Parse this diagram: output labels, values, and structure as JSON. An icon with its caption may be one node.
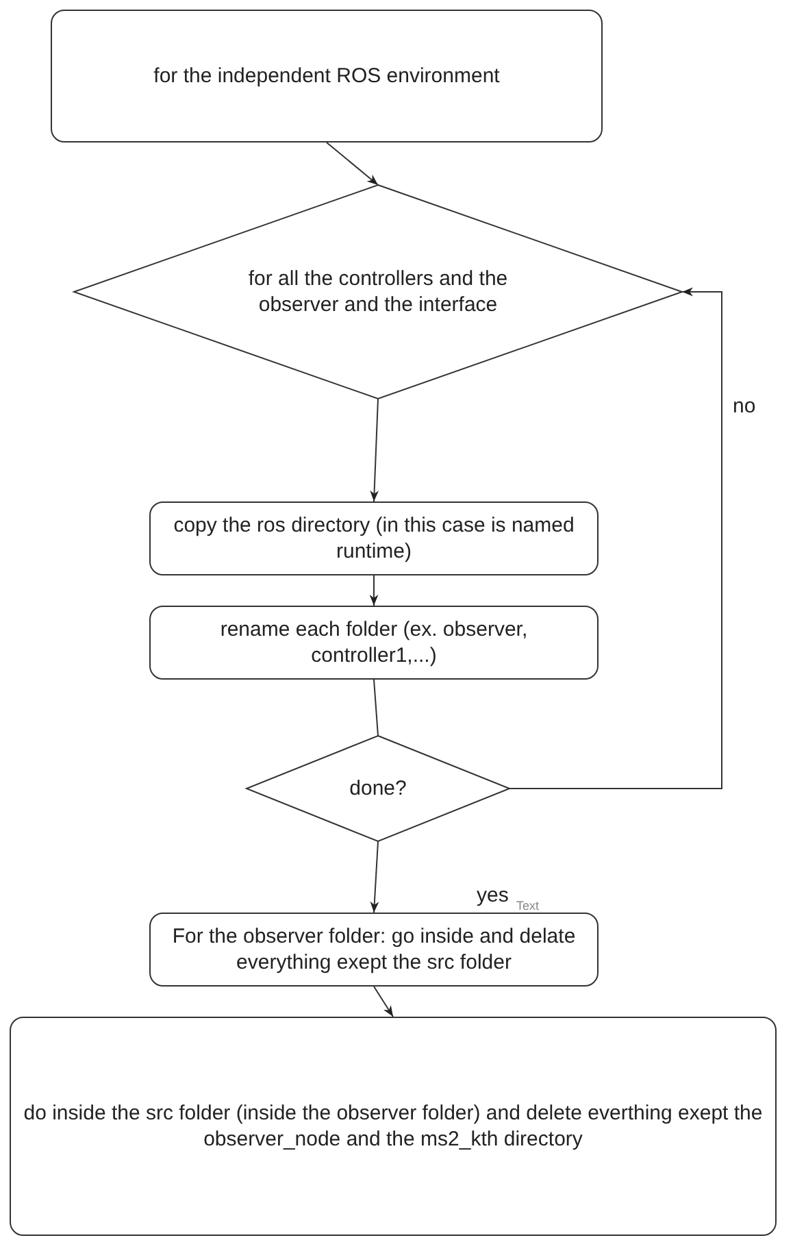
{
  "diagram": {
    "nodes": [
      {
        "text": [
          "for the independent ROS environment"
        ]
      },
      {
        "text": [
          "for all the controllers and the observer and the interface"
        ]
      },
      {
        "text": [
          "copy the ros directory (in this case is named runtime)"
        ]
      },
      {
        "text": [
          "rename each folder (ex. observer, controller1,...)"
        ]
      },
      {
        "text": [
          "done?"
        ]
      },
      {
        "text": [
          "For the observer folder: go inside and delate everything exept the src folder"
        ]
      },
      {
        "text": [
          "do inside the src folder (inside the observer folder) and delete everthing exept the observer_node and the ms2_kth directory"
        ]
      }
    ],
    "edges": [
      {
        "from": 0,
        "to": 1,
        "arrow": "to"
      },
      {
        "from": 1,
        "to": 2,
        "arrow": "to"
      },
      {
        "from": 2,
        "to": 3,
        "arrow": "to"
      },
      {
        "from": 3,
        "to": 4,
        "arrow": "none"
      },
      {
        "from": 4,
        "to": 1,
        "arrow": "to",
        "label": "no"
      },
      {
        "from": 4,
        "to": 5,
        "arrow": "to",
        "label": "yes"
      },
      {
        "from": 5,
        "to": 6,
        "arrow": "to"
      }
    ],
    "labels": [
      "Text"
    ]
  }
}
